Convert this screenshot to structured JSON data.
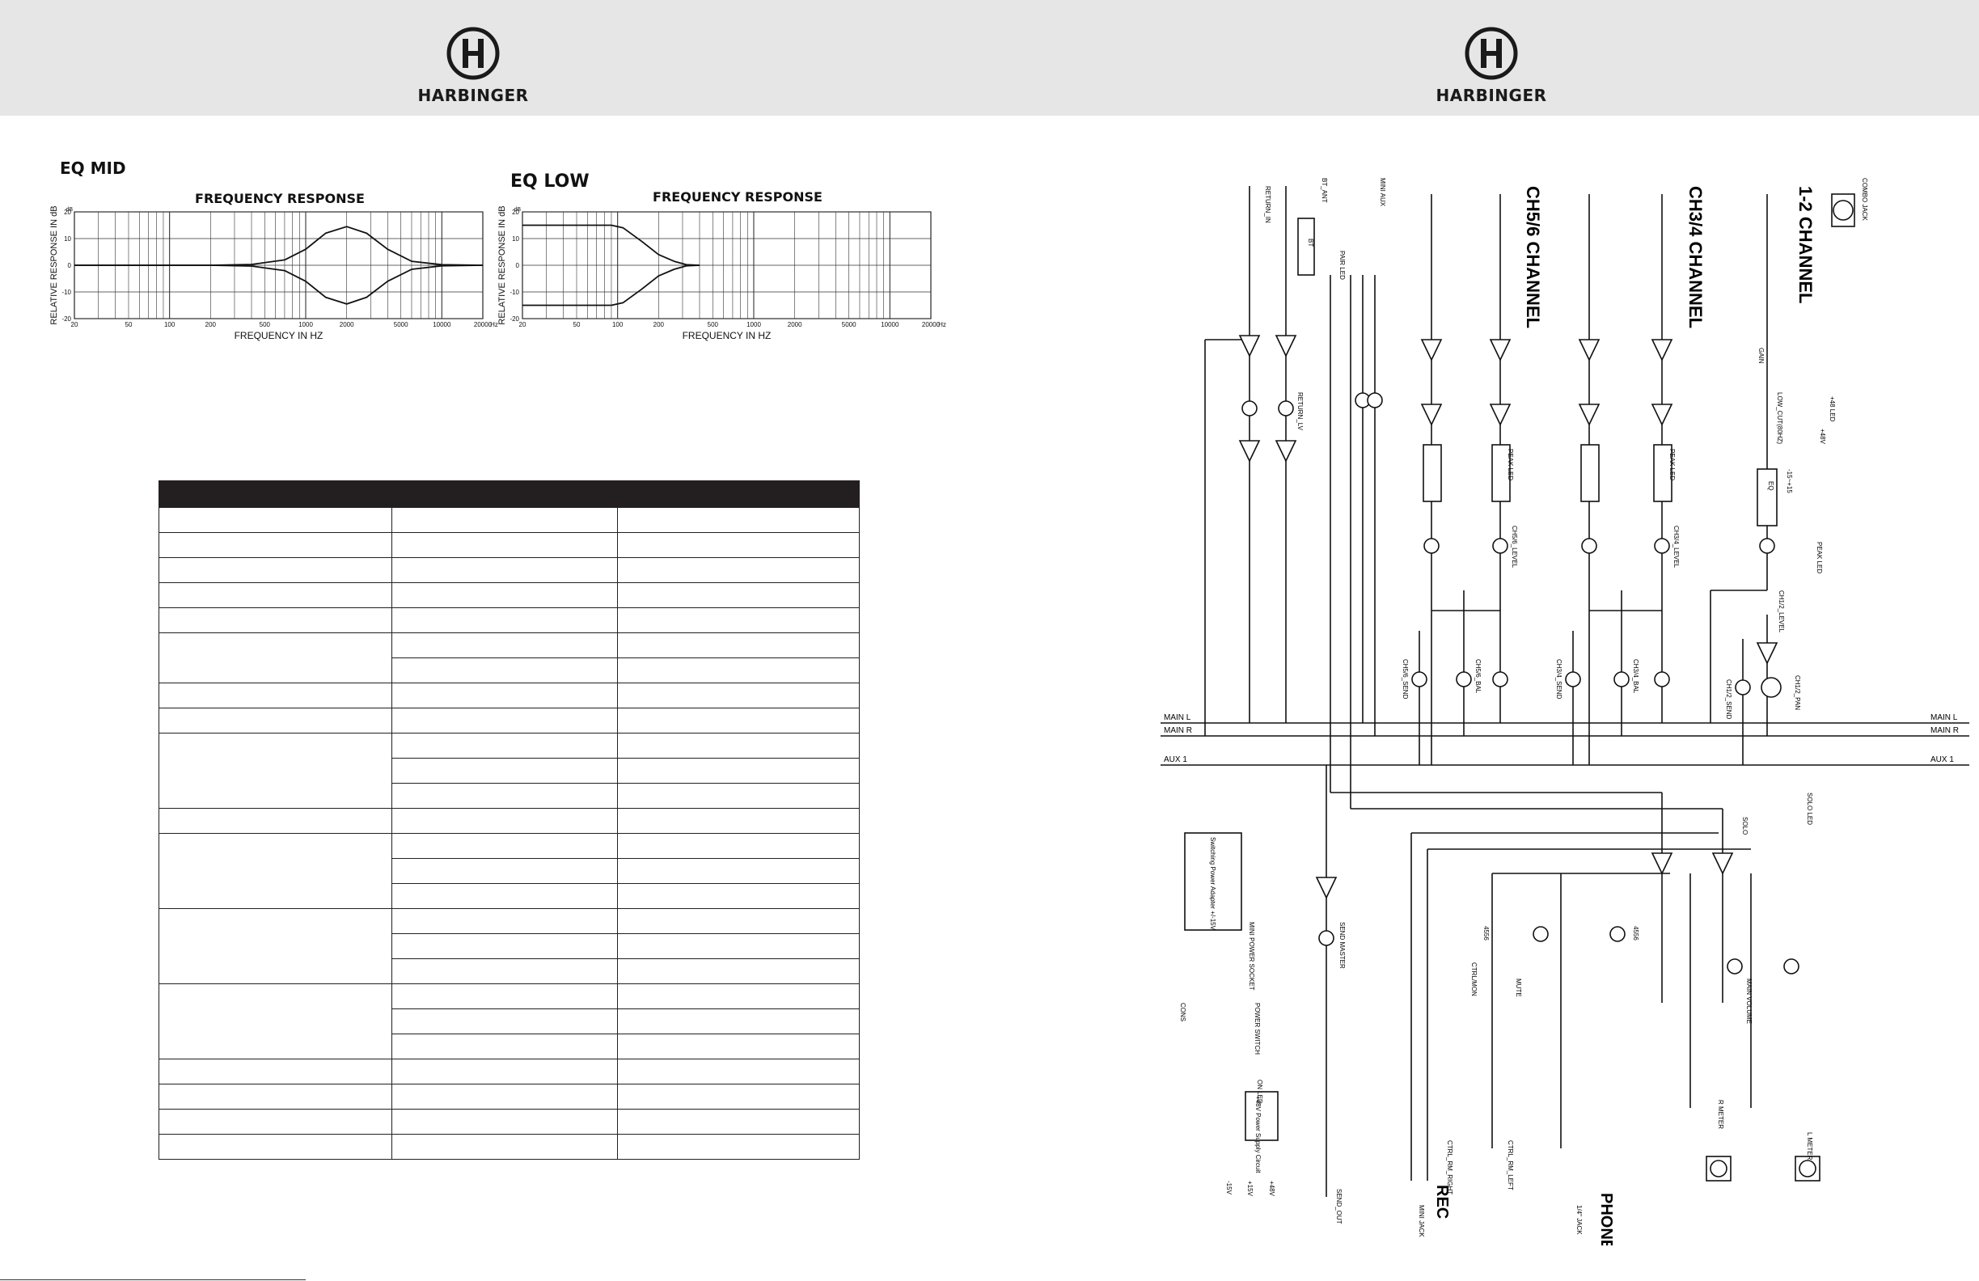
{
  "brand": "HARBINGER",
  "eq_mid": {
    "section_title": "EQ MID",
    "chart_data": {
      "type": "line",
      "title": "FREQUENCY RESPONSE",
      "xlabel": "FREQUENCY IN HZ",
      "ylabel": "RELATIVE RESPONSE IN dB",
      "x_scale": "log",
      "xlim": [
        20,
        20000
      ],
      "ylim": [
        -20,
        20
      ],
      "x_ticks": [
        "20",
        "50",
        "100",
        "200",
        "500",
        "1000",
        "2000",
        "5000",
        "10000",
        "20000"
      ],
      "x_unit": "Hz",
      "y_ticks": [
        "20",
        "10",
        "0",
        "-10",
        "-20"
      ],
      "y_unit": "dB",
      "grid": true,
      "series": [
        {
          "x": [
            20,
            200,
            400,
            700,
            1000,
            1400,
            2000,
            2800,
            4000,
            6000,
            10000,
            20000
          ],
          "values": [
            0,
            0,
            0.3,
            2,
            6,
            12,
            14.5,
            12,
            6,
            1.5,
            0.2,
            0
          ]
        },
        {
          "x": [
            20,
            200,
            400,
            700,
            1000,
            1400,
            2000,
            2800,
            4000,
            6000,
            10000,
            20000
          ],
          "values": [
            0,
            0,
            -0.3,
            -2,
            -6,
            -12,
            -14.5,
            -12,
            -6,
            -1.5,
            -0.2,
            0
          ]
        }
      ]
    }
  },
  "eq_low": {
    "section_title": "EQ LOW",
    "chart_data": {
      "type": "line",
      "title": "FREQUENCY RESPONSE",
      "xlabel": "FREQUENCY IN HZ",
      "ylabel": "RELATIVE RESPONSE IN dB",
      "x_scale": "log",
      "xlim": [
        20,
        20000
      ],
      "ylim": [
        -20,
        20
      ],
      "x_ticks": [
        "20",
        "50",
        "100",
        "200",
        "500",
        "1000",
        "2000",
        "5000",
        "10000",
        "20000"
      ],
      "x_unit": "Hz",
      "y_ticks": [
        "20",
        "10",
        "0",
        "-10",
        "-20"
      ],
      "y_unit": "dB",
      "grid": true,
      "series": [
        {
          "x": [
            20,
            60,
            90,
            110,
            150,
            200,
            260,
            320,
            400
          ],
          "values": [
            15,
            15,
            15,
            14,
            9,
            4,
            1.5,
            0.2,
            0
          ]
        },
        {
          "x": [
            20,
            60,
            90,
            110,
            150,
            200,
            260,
            320,
            400
          ],
          "values": [
            -15,
            -15,
            -15,
            -14,
            -9,
            -4,
            -1.5,
            -0.2,
            0
          ]
        }
      ]
    }
  },
  "spec_table": {
    "headers": [
      "",
      "",
      ""
    ],
    "rows": [
      [
        "",
        "",
        ""
      ],
      [
        "",
        "",
        ""
      ],
      [
        "",
        "",
        ""
      ],
      [
        "",
        "",
        ""
      ],
      [
        "",
        "",
        ""
      ],
      [
        "",
        "",
        ""
      ],
      [
        "",
        "",
        ""
      ],
      [
        "",
        "",
        ""
      ],
      [
        "",
        "",
        ""
      ],
      [
        "",
        "",
        ""
      ],
      [
        "",
        "",
        ""
      ],
      [
        "",
        "",
        ""
      ],
      [
        "",
        "",
        ""
      ],
      [
        "",
        "",
        ""
      ],
      [
        "",
        "",
        ""
      ],
      [
        "",
        "",
        ""
      ],
      [
        "",
        "",
        ""
      ],
      [
        "",
        "",
        ""
      ],
      [
        "",
        "",
        ""
      ],
      [
        "",
        "",
        ""
      ],
      [
        "",
        "",
        ""
      ],
      [
        "",
        "",
        ""
      ],
      [
        "",
        "",
        ""
      ],
      [
        "",
        "",
        ""
      ],
      [
        "",
        "",
        ""
      ],
      [
        "",
        "",
        ""
      ],
      [
        "",
        "",
        ""
      ]
    ]
  },
  "schematic": {
    "headings": {
      "ch12": "1-2 CHANNEL",
      "ch34": "CH3/4 CHANNEL",
      "ch56": "CH5/6 CHANNEL",
      "phones": "PHONES",
      "rec": "REC"
    },
    "bus_labels": {
      "main_l": "MAIN L",
      "main_r": "MAIN R",
      "aux1": "AUX 1"
    },
    "labels": {
      "combo_jack": "COMBO JACK",
      "phantom": "+48 LED",
      "phantom_sw": "+48V",
      "low_cut": "LOW_CUT(80HZ)",
      "gain": "GAIN",
      "eq_range": "-15~+15",
      "eq": "EQ",
      "peak_led": "PEAK LED",
      "ch12_level": "CH1/2_LEVEL",
      "ch12_send": "CH1/2_SEND",
      "ch12_pan": "CH1/2_PAN",
      "ch34_level": "CH3/4_LEVEL",
      "ch34_send": "CH3/4_SEND",
      "ch34_bal": "CH3/4_BAL",
      "ch56_level": "CH5/6_LEVEL",
      "ch56_send": "CH5/6_SEND",
      "ch56_bal": "CH5/6_BAL",
      "solo_led": "SOLO LED",
      "solo": "SOLO",
      "return_in": "RETURN_IN",
      "return_lv": "RETURN_LV",
      "bt_ant": "BT_ANT",
      "bt": "BT",
      "pair_led": "PAIR LED",
      "mini_aux": "MINI AUX",
      "adapter": "Switching Power Adapter +/-15V",
      "mini_power": "MINI POWER SOCKET",
      "power_switch": "POWER SWITCH",
      "on_led": "ON LED",
      "phantom_supply": "+48V Power Supply Circuit",
      "v48": "+48V",
      "v15p": "+15V",
      "v15n": "-15V",
      "send_master": "SEND MASTER",
      "send_out": "SEND_OUT",
      "main_volume": "MAIN VOLUME",
      "ctrl_mon": "CTRL/MON",
      "mute": "MUTE",
      "l_meter": "L METER",
      "r_meter": "R METER",
      "ctrl_rm_left": "CTRL_RM_LEFT",
      "ctrl_rm_right": "CTRL_RM_RIGHT",
      "jack": "1/4\" JACK",
      "mini_jack": "MINI JACK",
      "op4556": "4556",
      "cons": "CONS"
    }
  }
}
